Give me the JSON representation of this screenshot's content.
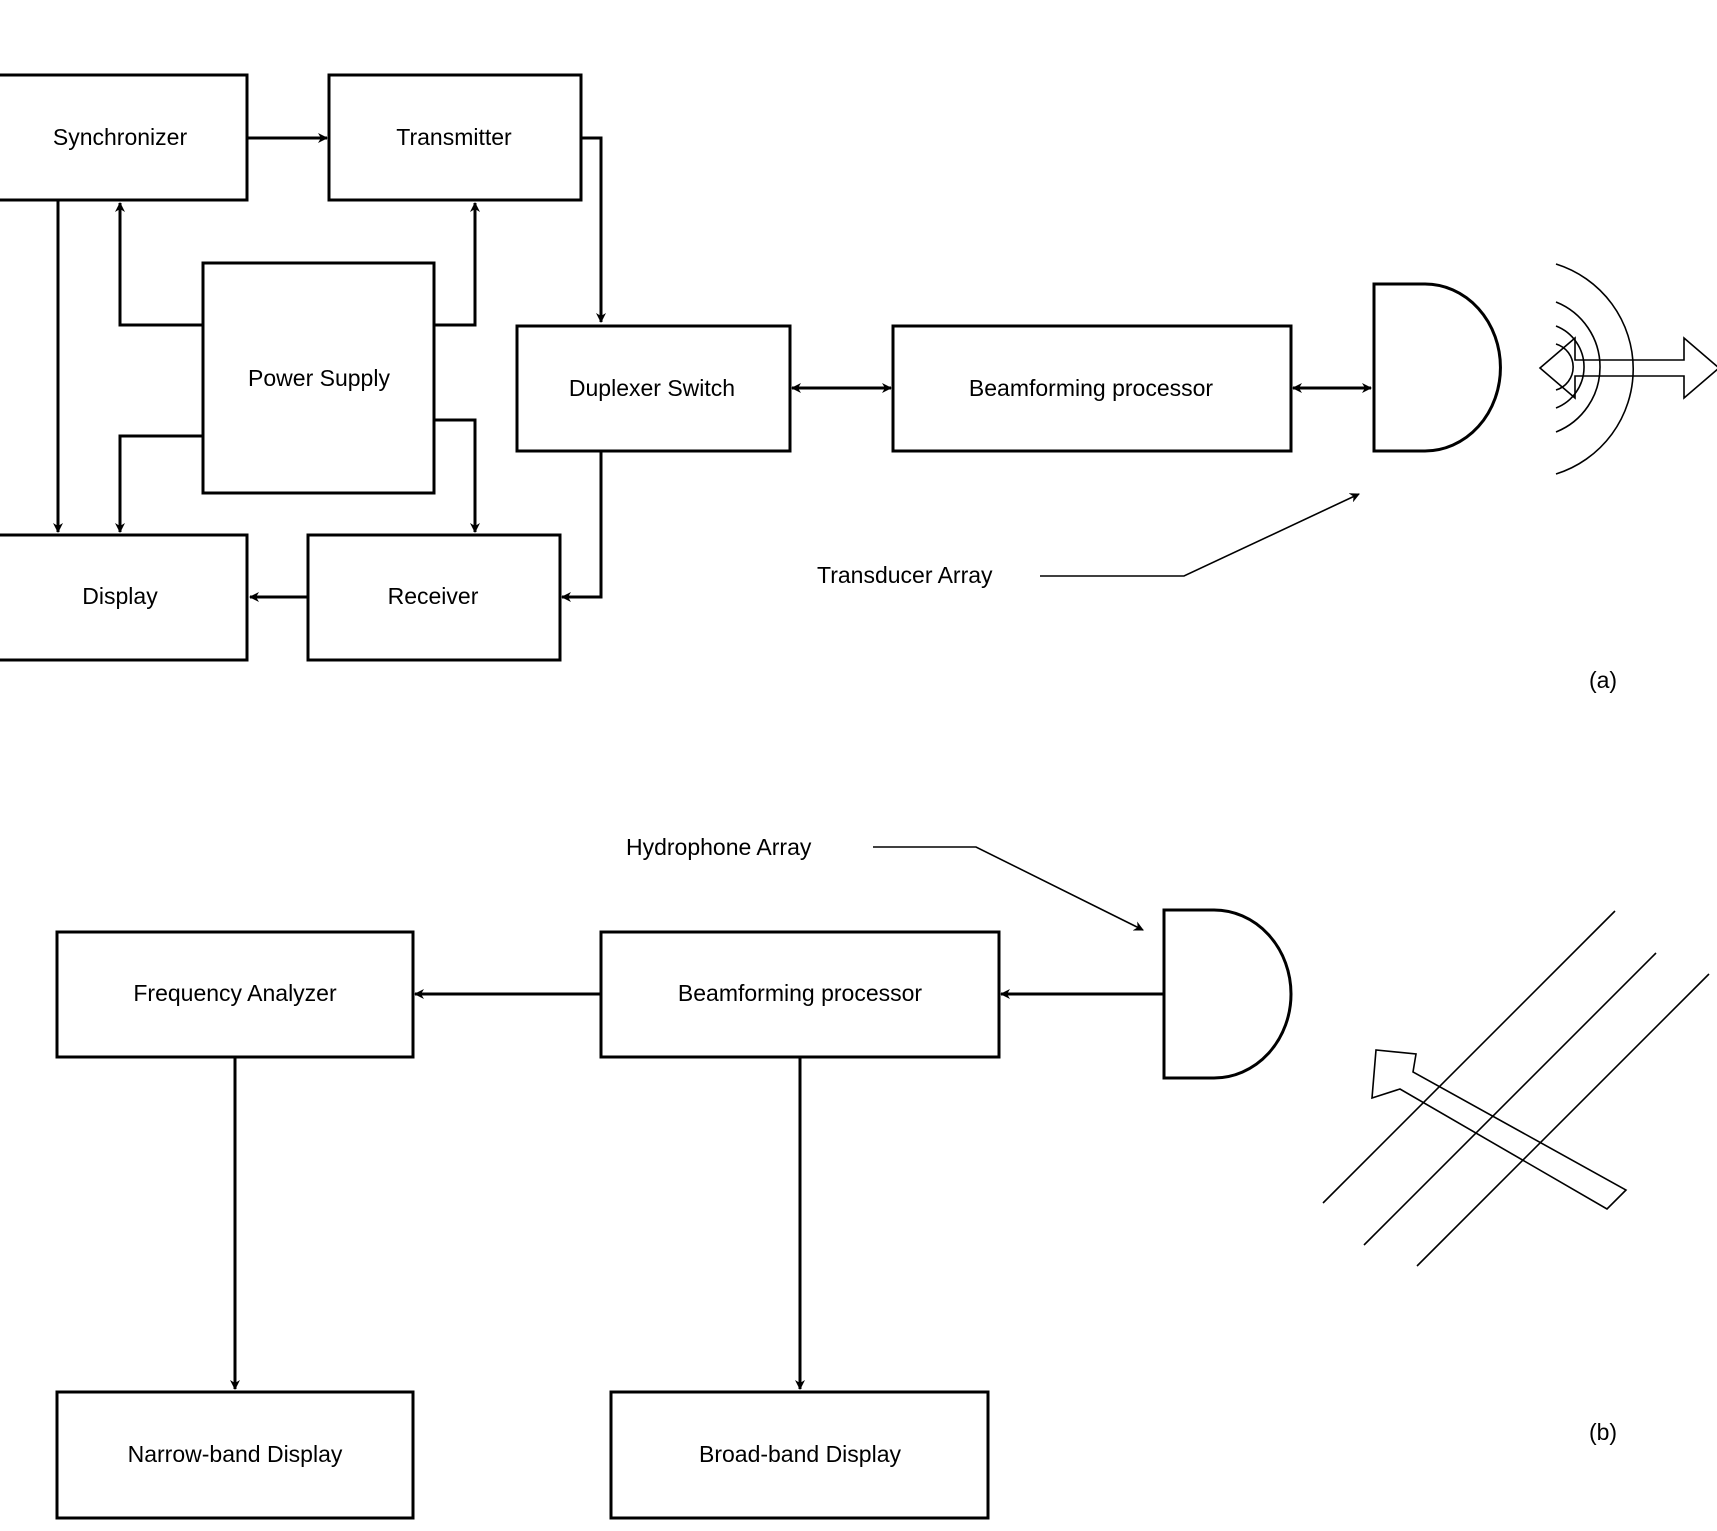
{
  "panel_a": {
    "synchronizer": "Synchronizer",
    "transmitter": "Transmitter",
    "power_supply": "Power Supply",
    "duplexer_switch": "Duplexer Switch",
    "beamforming_processor": "Beamforming processor",
    "display": "Display",
    "receiver": "Receiver",
    "transducer_array": "Transducer Array",
    "panel_label": "(a)"
  },
  "panel_b": {
    "hydrophone_array": "Hydrophone Array",
    "frequency_analyzer": "Frequency Analyzer",
    "beamforming_processor": "Beamforming processor",
    "narrow_band_display": "Narrow-band Display",
    "broad_band_display": "Broad-band Display",
    "panel_label": "(b)"
  }
}
